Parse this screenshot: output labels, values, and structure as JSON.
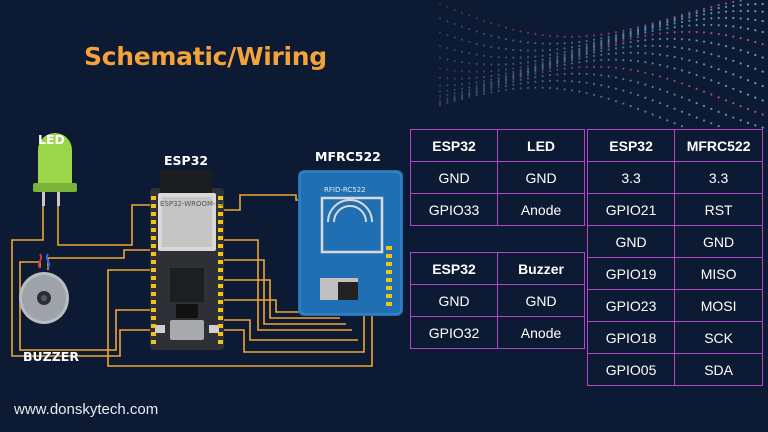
{
  "title": "Schematic/Wiring",
  "footer": "www.donskytech.com",
  "labels": {
    "led": "LED",
    "esp32": "ESP32",
    "mfrc522": "MFRC522",
    "buzzer": "BUZZER"
  },
  "board_print": {
    "esp32_module": "ESP32-WROOM-32",
    "rfid_board": "RFID-RC522"
  },
  "led_table": {
    "headers": [
      "ESP32",
      "LED"
    ],
    "rows": [
      [
        "GND",
        "GND"
      ],
      [
        "GPIO33",
        "Anode"
      ]
    ]
  },
  "buzzer_table": {
    "headers": [
      "ESP32",
      "Buzzer"
    ],
    "rows": [
      [
        "GND",
        "GND"
      ],
      [
        "GPIO32",
        "Anode"
      ]
    ]
  },
  "rfid_table": {
    "headers": [
      "ESP32",
      "MFRC522"
    ],
    "rows": [
      [
        "3.3",
        "3.3"
      ],
      [
        "GPIO21",
        "RST"
      ],
      [
        "GND",
        "GND"
      ],
      [
        "GPIO19",
        "MISO"
      ],
      [
        "GPIO23",
        "MOSI"
      ],
      [
        "GPIO18",
        "SCK"
      ],
      [
        "GPIO05",
        "SDA"
      ]
    ]
  },
  "colors": {
    "background": "#0c1a33",
    "title": "#f5a23a",
    "table_border": "#b246c9",
    "wire": "#f0a534",
    "led_body": "#9bd54a",
    "rfid_board": "#1f6fb2"
  }
}
